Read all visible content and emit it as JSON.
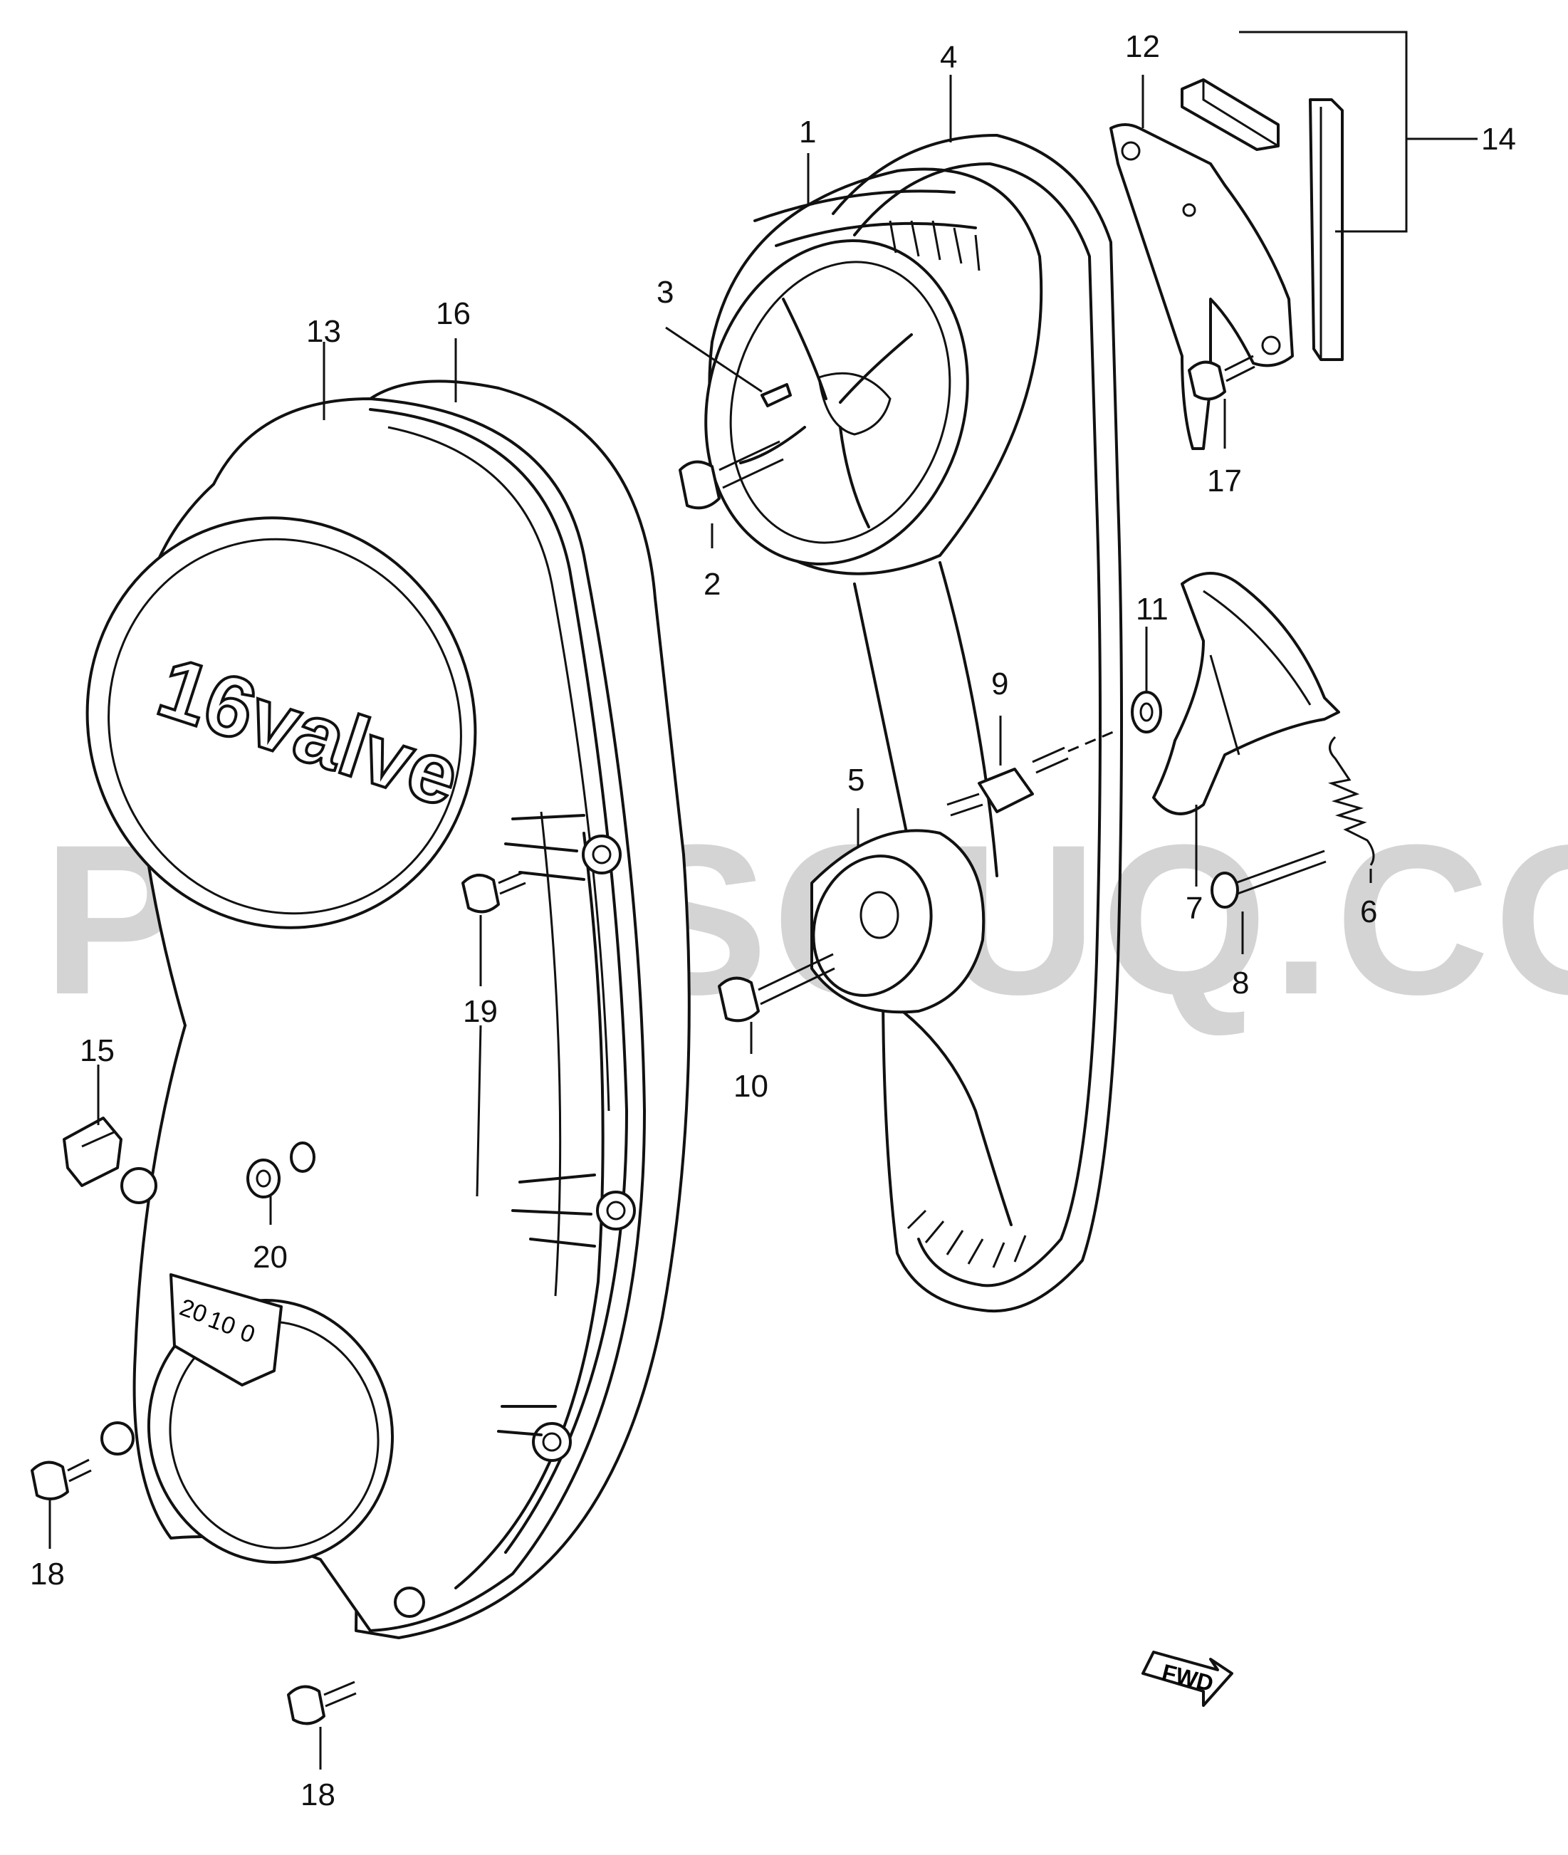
{
  "watermark": "PARTSOUQ.COM",
  "cover_emblem": "16valve",
  "timing_marks": [
    "20",
    "10",
    "0"
  ],
  "fwd_label": "FWD",
  "callouts": [
    "1",
    "2",
    "3",
    "4",
    "5",
    "6",
    "7",
    "8",
    "9",
    "10",
    "11",
    "12",
    "13",
    "14",
    "15",
    "16",
    "17",
    "18",
    "18",
    "19",
    "20"
  ]
}
